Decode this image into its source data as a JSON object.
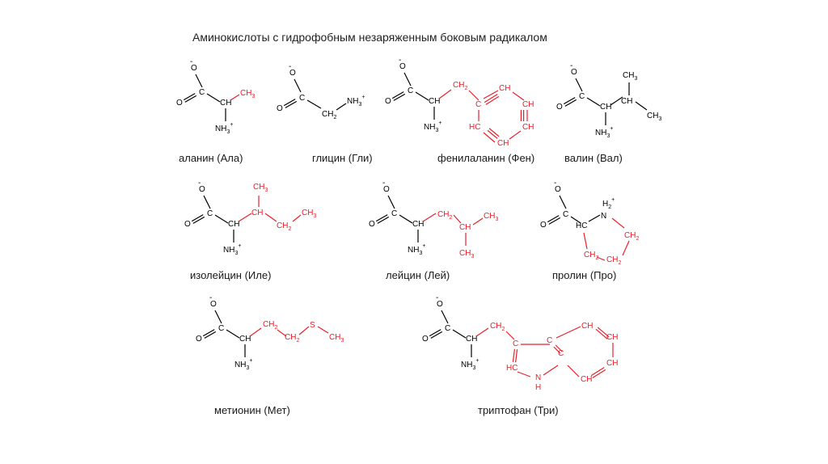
{
  "title": "Аминокислоты с гидрофобным незаряженным боковым радикалом",
  "colors": {
    "backbone": "#000000",
    "side_chain": "#e8202a",
    "text": "#1a1a1a",
    "background": "#ffffff"
  },
  "molecules": [
    {
      "name": "alanine",
      "caption": "аланин (Ала)"
    },
    {
      "name": "glycine",
      "caption": "глицин (Гли)"
    },
    {
      "name": "phenylalanine",
      "caption": "фенилаланин (Фен)"
    },
    {
      "name": "valine",
      "caption": "валин (Вал)"
    },
    {
      "name": "isoleucine",
      "caption": "изолейцин (Иле)"
    },
    {
      "name": "leucine",
      "caption": "лейцин (Лей)"
    },
    {
      "name": "proline",
      "caption": "пролин (Про)"
    },
    {
      "name": "methionine",
      "caption": "метионин (Мет)"
    },
    {
      "name": "tryptophan",
      "caption": "триптофан (Три)"
    }
  ],
  "atom_labels": {
    "o": "O",
    "o_minus": "O",
    "minus": "-",
    "c": "C",
    "ch": "CH",
    "ch2": "CH",
    "ch3": "CH",
    "sub2": "2",
    "sub3": "3",
    "nh3": "NH",
    "plus": "+",
    "nh2": "NH",
    "s": "S",
    "hc": "HC",
    "n": "N",
    "h": "H"
  }
}
